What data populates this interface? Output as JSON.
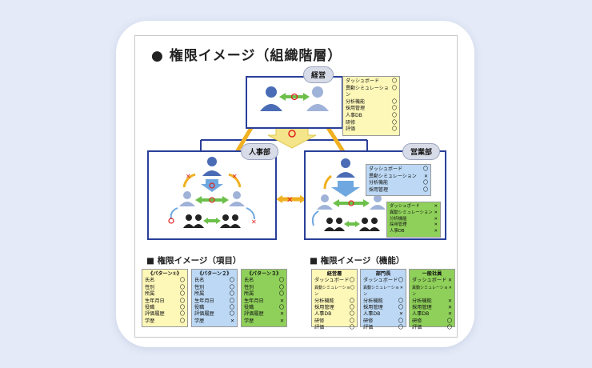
{
  "title": "● 権限イメージ（組織階層）",
  "org": {
    "management_tag": "経営",
    "hr_tag": "人事部",
    "sales_tag": "営業部"
  },
  "mgmt_list": [
    {
      "label": "ダッシュボード",
      "mark": "〇"
    },
    {
      "label": "異動シミュレーション",
      "mark": "〇"
    },
    {
      "label": "分析機能",
      "mark": "〇"
    },
    {
      "label": "採用管理",
      "mark": "〇"
    },
    {
      "label": "人事DB",
      "mark": "〇"
    },
    {
      "label": "研修",
      "mark": "〇"
    },
    {
      "label": "評価",
      "mark": "〇"
    }
  ],
  "sales_list_blue": [
    {
      "label": "ダッシュボード",
      "mark": "〇"
    },
    {
      "label": "異動シミュレーション",
      "mark": "✕"
    },
    {
      "label": "分析機能",
      "mark": "〇"
    },
    {
      "label": "採用管理",
      "mark": "〇"
    }
  ],
  "sales_list_green": [
    {
      "label": "ダッシュボード",
      "mark": "✕"
    },
    {
      "label": "異動シミュレーション",
      "mark": "✕"
    },
    {
      "label": "分析機能",
      "mark": "✕"
    },
    {
      "label": "採用管理",
      "mark": "✕"
    },
    {
      "label": "人事DB",
      "mark": "✕"
    }
  ],
  "section_items": "■ 権限イメージ（項目）",
  "section_functions": "■ 権限イメージ（機能）",
  "patterns": [
    {
      "header": "《パターン①》",
      "color": "#fdf7b8",
      "rows": [
        [
          "氏名",
          "〇"
        ],
        [
          "性別",
          "〇"
        ],
        [
          "所属",
          "〇"
        ],
        [
          "生年月日",
          "〇"
        ],
        [
          "役職",
          "〇"
        ],
        [
          "評価履歴",
          "〇"
        ],
        [
          "学歴",
          "〇"
        ]
      ]
    },
    {
      "header": "《パターン２》",
      "color": "#bcd8f4",
      "rows": [
        [
          "氏名",
          "〇"
        ],
        [
          "性別",
          "〇"
        ],
        [
          "所属",
          "〇"
        ],
        [
          "生年月日",
          "〇"
        ],
        [
          "役職",
          "〇"
        ],
        [
          "評価履歴",
          "〇"
        ],
        [
          "学歴",
          "✕"
        ]
      ]
    },
    {
      "header": "《パターン３》",
      "color": "#8fd05a",
      "rows": [
        [
          "氏名",
          "〇"
        ],
        [
          "性別",
          "〇"
        ],
        [
          "所属",
          "〇"
        ],
        [
          "生年月日",
          "✕"
        ],
        [
          "役職",
          "〇"
        ],
        [
          "評価履歴",
          "✕"
        ],
        [
          "学歴",
          "✕"
        ]
      ]
    }
  ],
  "functions": [
    {
      "header": "経営層",
      "color": "#fdf7b8",
      "rows": [
        [
          "ダッシュボード",
          "〇"
        ],
        [
          "異動シミュレーション",
          "〇"
        ],
        [
          "分析機能",
          "〇"
        ],
        [
          "採用管理",
          "〇"
        ],
        [
          "人事DB",
          "〇"
        ],
        [
          "研修",
          "〇"
        ],
        [
          "評価",
          "〇"
        ]
      ]
    },
    {
      "header": "部門長",
      "color": "#bcd8f4",
      "rows": [
        [
          "ダッシュボード",
          "〇"
        ],
        [
          "異動シミュレーション",
          "✕"
        ],
        [
          "分析機能",
          "〇"
        ],
        [
          "採用管理",
          "〇"
        ],
        [
          "人事DB",
          "✕"
        ],
        [
          "研修",
          "〇"
        ],
        [
          "評価",
          "〇"
        ]
      ]
    },
    {
      "header": "一般社員",
      "color": "#8fd05a",
      "rows": [
        [
          "ダッシュボード",
          "✕"
        ],
        [
          "異動シミュレーション",
          "✕"
        ],
        [
          "分析機能",
          "✕"
        ],
        [
          "採用管理",
          "✕"
        ],
        [
          "人事DB",
          "✕"
        ],
        [
          "研修",
          "〇"
        ],
        [
          "評価",
          "〇"
        ]
      ]
    }
  ]
}
